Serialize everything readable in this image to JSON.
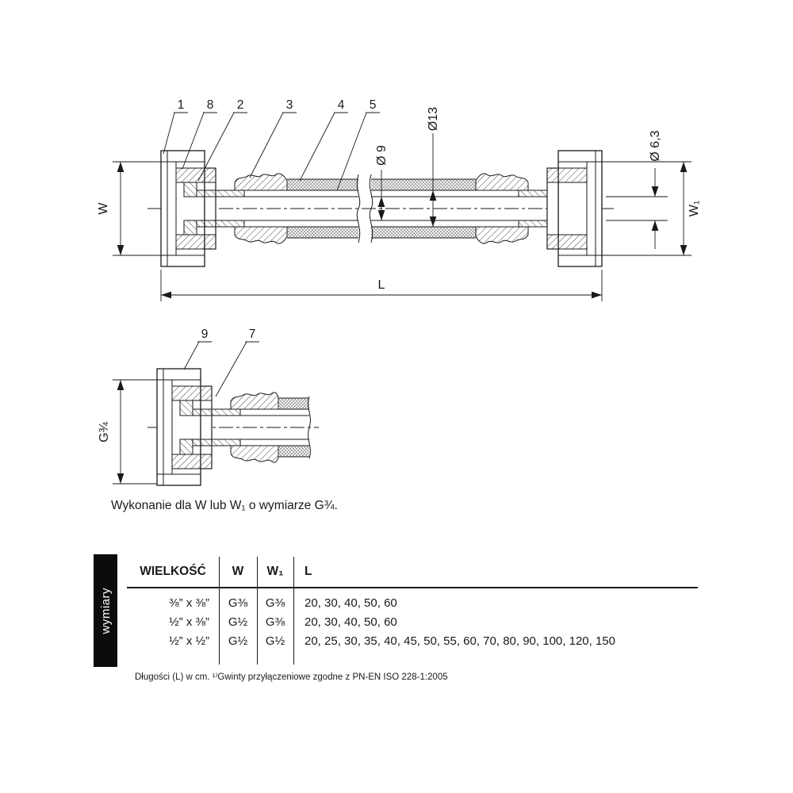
{
  "main_drawing": {
    "callouts": {
      "c1": "1",
      "c8": "8",
      "c2": "2",
      "c3": "3",
      "c4": "4",
      "c5": "5"
    },
    "dimensions": {
      "d13": "Ø13",
      "d9": "Ø 9",
      "d63": "Ø 6,3",
      "w": "W",
      "w1": "W₁",
      "l": "L"
    }
  },
  "detail_drawing": {
    "callouts": {
      "c9": "9",
      "c7": "7"
    },
    "dimensions": {
      "g": "G¾"
    }
  },
  "note": "Wykonanie dla W lub W₁ o wymiarze G¾.",
  "table": {
    "sidebar_label": "wymiary",
    "headers": {
      "size": "WIELKOŚĆ",
      "w": "W",
      "w1": "W₁",
      "l": "L"
    },
    "rows": [
      {
        "size": "⅜” x ⅜”",
        "w": "G⅜",
        "w1": "G⅜",
        "l": "20, 30, 40, 50, 60"
      },
      {
        "size": "½” x ⅜”",
        "w": "G½",
        "w1": "G⅜",
        "l": "20, 30, 40, 50, 60"
      },
      {
        "size": "½” x ½”",
        "w": "G½",
        "w1": "G½",
        "l": "20, 25, 30, 35, 40, 45, 50, 55, 60, 70, 80, 90, 100, 120, 150"
      }
    ]
  },
  "footnote": "Długości (L) w cm. ¹⁾Gwinty przyłączeniowe zgodne z PN-EN ISO 228-1:2005"
}
